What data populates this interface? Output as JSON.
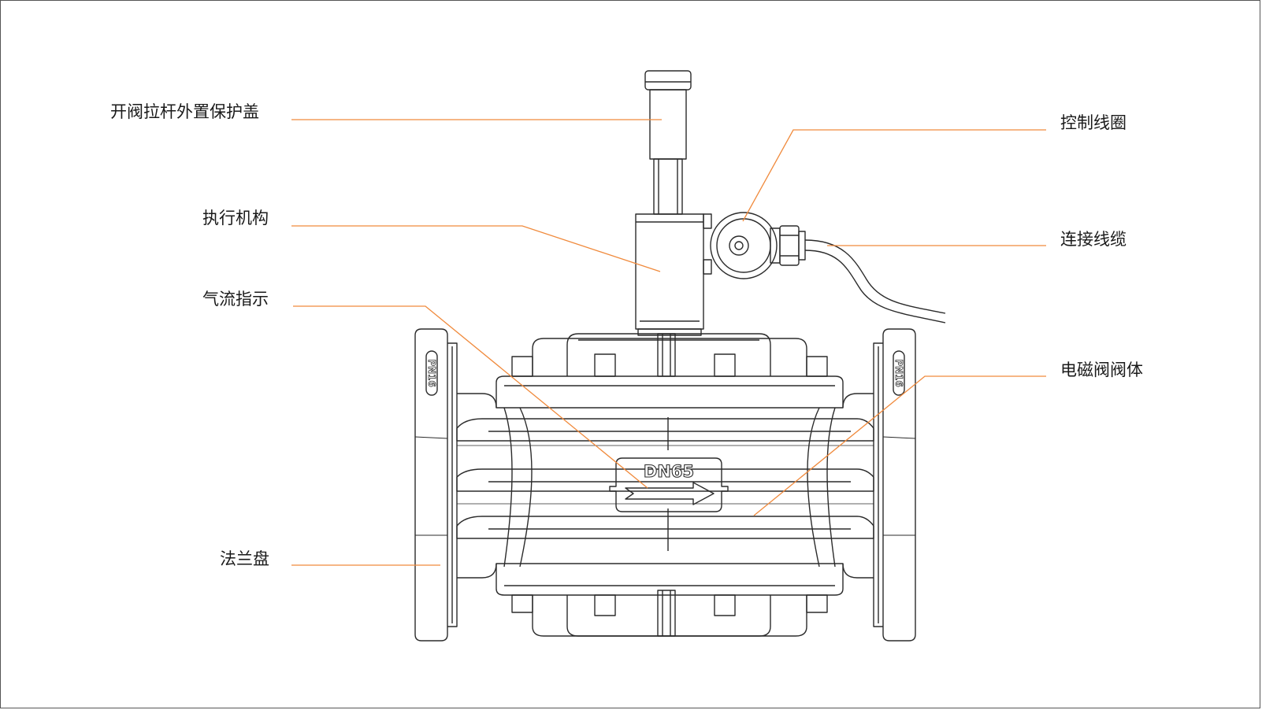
{
  "colors": {
    "leader": "#f08a3c",
    "outline": "#2b2b2b",
    "frame": "#555555"
  },
  "labels": {
    "cover": "开阀拉杆外置保护盖",
    "actuator": "执行机构",
    "flow": "气流指示",
    "flange": "法兰盘",
    "coil": "控制线圈",
    "cable": "连接线缆",
    "body": "电磁阀阀体"
  },
  "markings": {
    "size": "DN65",
    "pressure_left": "PN16",
    "pressure_right": "PN16"
  },
  "icons": {
    "flow_arrow": "right-arrow-icon"
  }
}
